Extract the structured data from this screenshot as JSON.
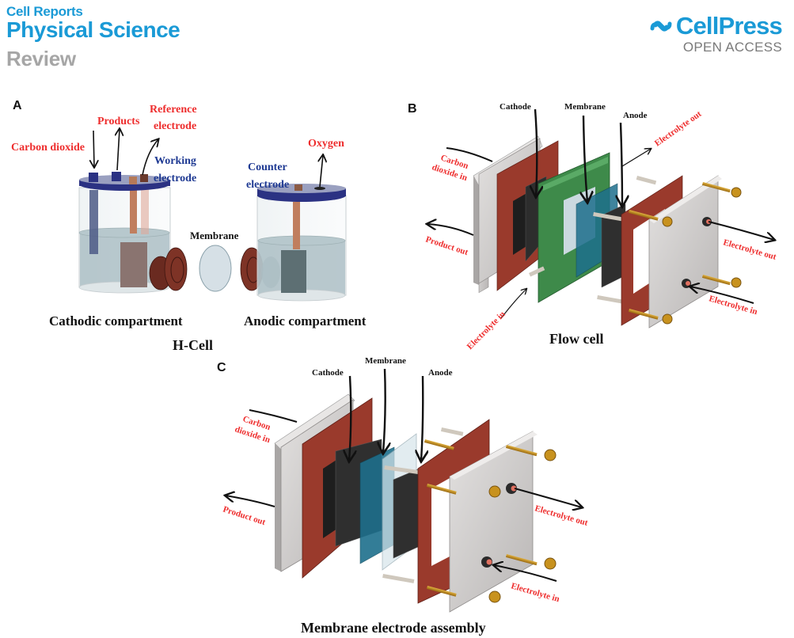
{
  "header": {
    "journal_line1": "Cell Reports",
    "journal_line2": "Physical Science",
    "article_type": "Review",
    "publisher": "CellPress",
    "access": "OPEN ACCESS",
    "colors": {
      "brand": "#1a9ad6",
      "type_gray": "#a6a6a6"
    }
  },
  "figure": {
    "panels": [
      {
        "letter": "A",
        "title": "H-Cell",
        "sub_captions": [
          "Cathodic compartment",
          "Anodic compartment"
        ],
        "labels": {
          "carbon_dioxide": "Carbon dioxide",
          "products": "Products",
          "reference_1": "Reference",
          "reference_2": "electrode",
          "working_1": "Working",
          "working_2": "electrode",
          "counter_1": "Counter",
          "counter_2": "electrode",
          "oxygen": "Oxygen",
          "membrane": "Membrane"
        }
      },
      {
        "letter": "B",
        "title": "Flow cell",
        "labels": {
          "cathode": "Cathode",
          "membrane": "Membrane",
          "anode": "Anode",
          "co2_in_1": "Carbon",
          "co2_in_2": "dioxide in",
          "product_out": "Product out",
          "electrolyte_out_top": "Electrolyte out",
          "electrolyte_out_right": "Electrolyte out",
          "electrolyte_in_bottom": "Electrolyte in",
          "electrolyte_in_right": "Electrolyte in"
        }
      },
      {
        "letter": "C",
        "title": "Membrane electrode assembly",
        "labels": {
          "cathode": "Cathode",
          "membrane": "Membrane",
          "anode": "Anode",
          "co2_in_1": "Carbon",
          "co2_in_2": "dioxide in",
          "product_out": "Product out",
          "electrolyte_out": "Electrolyte out",
          "electrolyte_in": "Electrolyte in"
        }
      }
    ],
    "colors": {
      "label_red": "#ee2d2d",
      "label_blue": "#1f3a93",
      "endplate": "#cfcccb",
      "gasket": "#9a3a2c",
      "flow_plate_green": "#3e8a4a",
      "membrane_blue": "#1e6f8c",
      "electrode_dark": "#2f2f2f",
      "bolt_gold": "#c8921e",
      "cap_navy": "#2a2f7a"
    }
  }
}
